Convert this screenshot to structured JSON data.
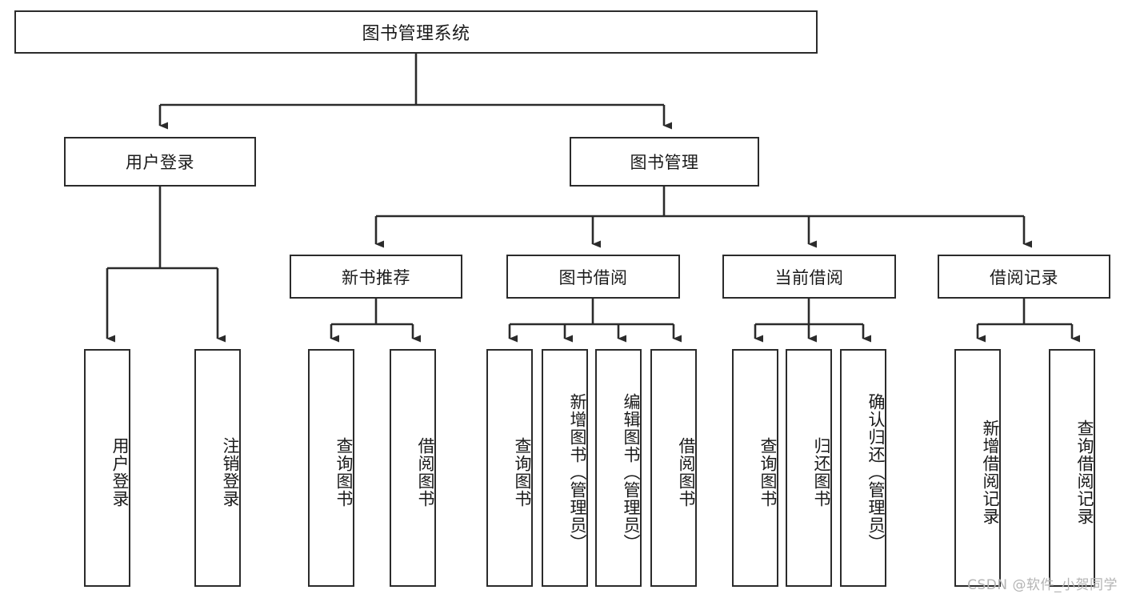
{
  "diagram": {
    "type": "tree-hierarchy-chart",
    "title": "图书管理系统",
    "level1": [
      {
        "id": "user-login",
        "label": "用户登录"
      },
      {
        "id": "book-management",
        "label": "图书管理"
      }
    ],
    "level2": [
      {
        "id": "new-book-recommend",
        "label": "新书推荐",
        "parent": "book-management"
      },
      {
        "id": "book-borrow",
        "label": "图书借阅",
        "parent": "book-management"
      },
      {
        "id": "current-borrow",
        "label": "当前借阅",
        "parent": "book-management"
      },
      {
        "id": "borrow-record",
        "label": "借阅记录",
        "parent": "book-management"
      }
    ],
    "leaves": {
      "user-login": [
        {
          "id": "leaf-user-login",
          "label": "用户登录"
        },
        {
          "id": "leaf-logout-login",
          "label": "注销登录"
        }
      ],
      "new-book-recommend": [
        {
          "id": "leaf-query-book-1",
          "label": "查询图书"
        },
        {
          "id": "leaf-borrow-book-1",
          "label": "借阅图书"
        }
      ],
      "book-borrow": [
        {
          "id": "leaf-query-book-2",
          "label": "查询图书"
        },
        {
          "id": "leaf-add-book",
          "label": "新增图书（管理员）"
        },
        {
          "id": "leaf-edit-book",
          "label": "编辑图书（管理员）"
        },
        {
          "id": "leaf-borrow-book-2",
          "label": "借阅图书"
        }
      ],
      "current-borrow": [
        {
          "id": "leaf-query-book-3",
          "label": "查询图书"
        },
        {
          "id": "leaf-return-book",
          "label": "归还图书"
        },
        {
          "id": "leaf-confirm-return",
          "label": "确认归还（管理员）"
        }
      ],
      "borrow-record": [
        {
          "id": "leaf-add-record",
          "label": "新增借阅记录"
        },
        {
          "id": "leaf-query-record",
          "label": "查询借阅记录"
        }
      ]
    }
  },
  "watermark": {
    "text": "CSDN @软件_小贺同学"
  },
  "colors": {
    "stroke": "#2b2b2b",
    "background": "#ffffff",
    "text": "#1a1a1a",
    "watermark": "#b4b4b4"
  }
}
